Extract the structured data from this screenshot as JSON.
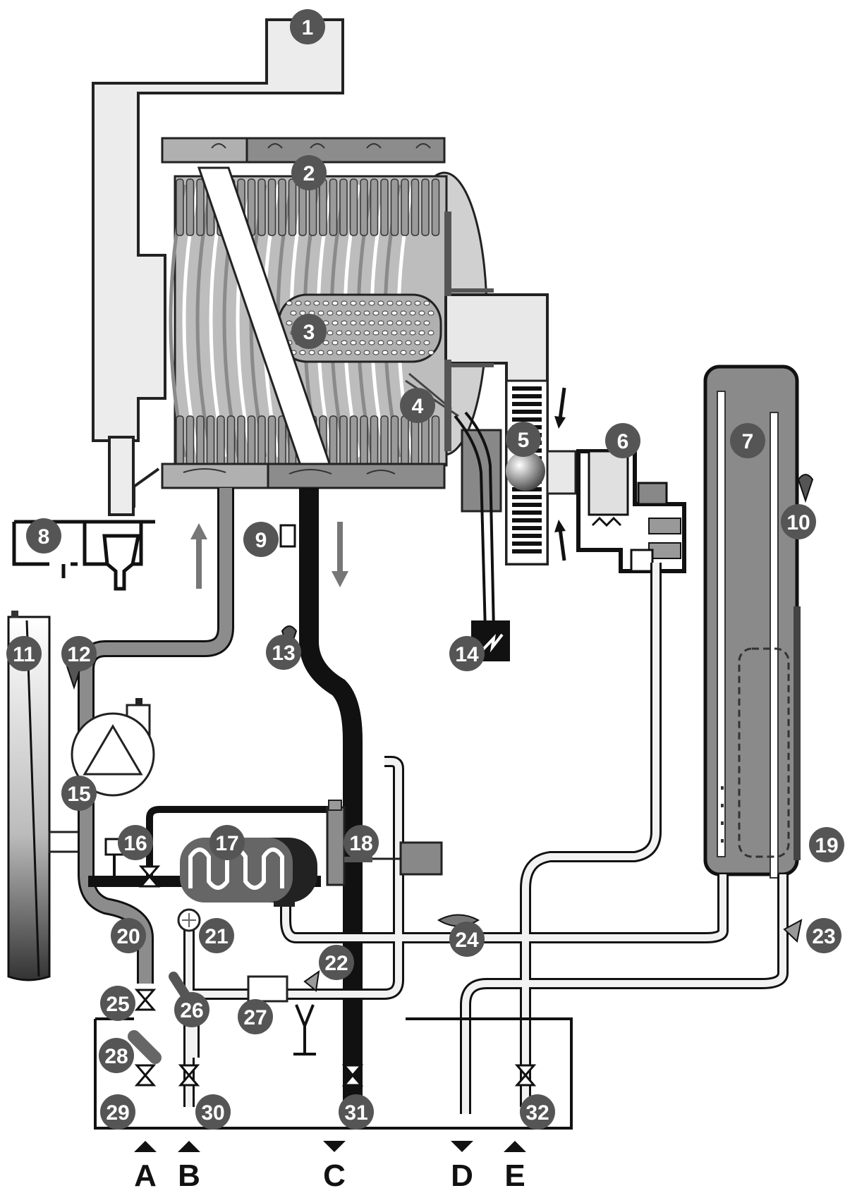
{
  "colors": {
    "badge": "#555555",
    "flue": "#ececec",
    "pipe_grey": "#8c8c8c",
    "pipe_light": "#f2f2f2",
    "pipe_black": "#111111",
    "heat_exchanger": "#bdbdbd",
    "tank": "#8a8a8a"
  },
  "badges": [
    {
      "label": "1"
    },
    {
      "label": "2"
    },
    {
      "label": "3"
    },
    {
      "label": "4"
    },
    {
      "label": "5"
    },
    {
      "label": "6"
    },
    {
      "label": "7"
    },
    {
      "label": "8"
    },
    {
      "label": "9"
    },
    {
      "label": "10"
    },
    {
      "label": "11"
    },
    {
      "label": "12"
    },
    {
      "label": "13"
    },
    {
      "label": "14"
    },
    {
      "label": "15"
    },
    {
      "label": "16"
    },
    {
      "label": "17"
    },
    {
      "label": "18"
    },
    {
      "label": "19"
    },
    {
      "label": "20"
    },
    {
      "label": "21"
    },
    {
      "label": "22"
    },
    {
      "label": "23"
    },
    {
      "label": "24"
    },
    {
      "label": "25"
    },
    {
      "label": "26"
    },
    {
      "label": "27"
    },
    {
      "label": "28"
    },
    {
      "label": "29"
    },
    {
      "label": "30"
    },
    {
      "label": "31"
    },
    {
      "label": "32"
    }
  ],
  "connections": [
    {
      "label": "A",
      "direction": "in"
    },
    {
      "label": "B",
      "direction": "in"
    },
    {
      "label": "C",
      "direction": "out"
    },
    {
      "label": "D",
      "direction": "out"
    },
    {
      "label": "E",
      "direction": "in"
    }
  ]
}
